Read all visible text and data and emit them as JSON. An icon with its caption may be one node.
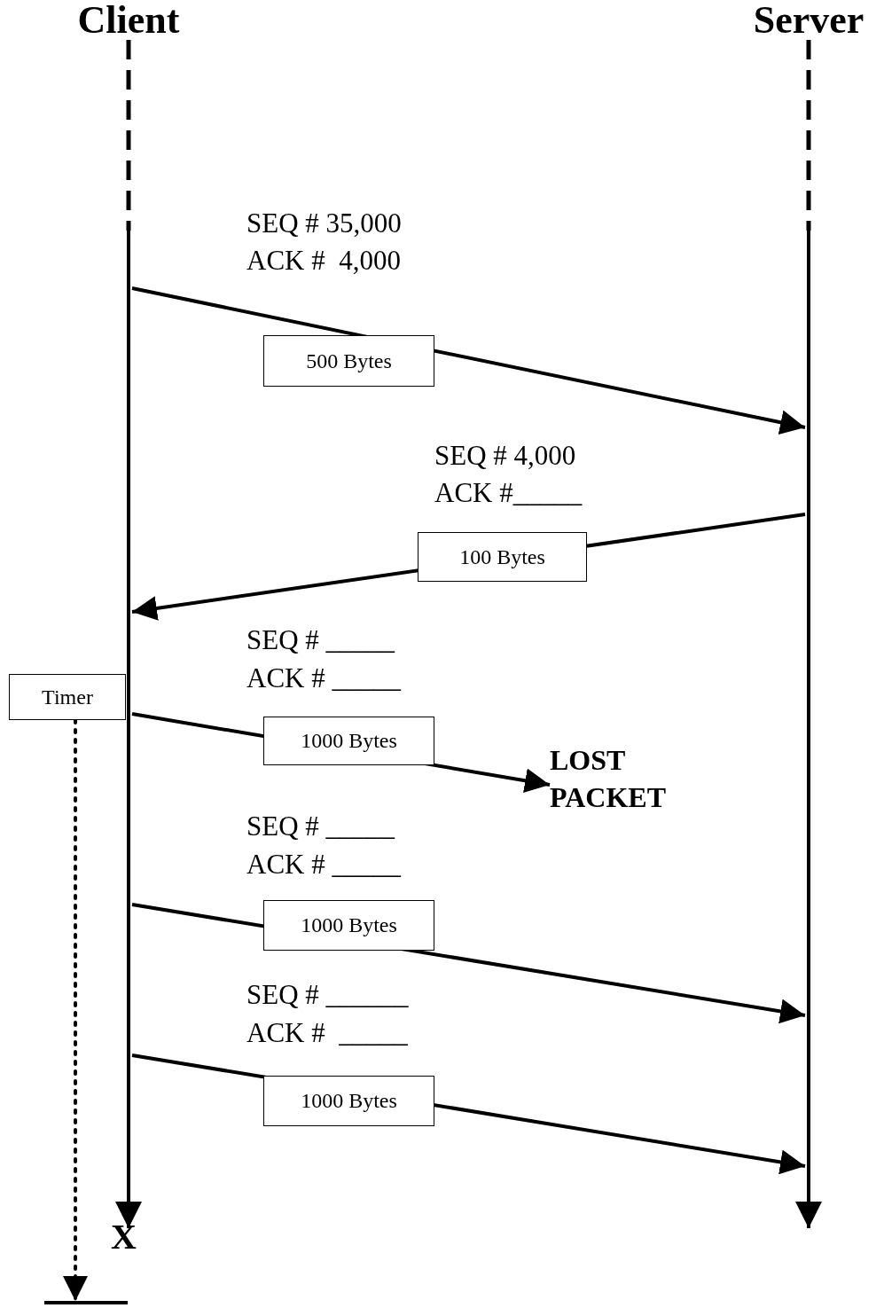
{
  "diagram": {
    "nodes": [
      {
        "text": [
          "Client"
        ]
      },
      {
        "text": [
          "Server"
        ]
      },
      {
        "text": [
          "Timer"
        ]
      },
      {
        "text": [
          "LOST PACKET"
        ]
      },
      {
        "text": [],
        "shape": "bar"
      }
    ],
    "edges": [
      {
        "from": 0,
        "to": 1,
        "arrow": "to",
        "label": "500 Bytes"
      },
      {
        "from": 1,
        "to": 0,
        "arrow": "to",
        "label": "100 Bytes"
      },
      {
        "from": 0,
        "to": 3,
        "arrow": "to",
        "label": "1000 Bytes"
      },
      {
        "from": 0,
        "to": 1,
        "arrow": "to",
        "label": "1000 Bytes"
      },
      {
        "from": 0,
        "to": 1,
        "arrow": "to",
        "label": "1000 Bytes"
      },
      {
        "from": 2,
        "to": 4,
        "arrow": "to",
        "style": "dashed"
      }
    ],
    "labels": [
      "SEQ # 35,000",
      "ACK #  4,000",
      "SEQ # 4,000",
      "ACK #_____",
      "SEQ # _____",
      "ACK # _____",
      "SEQ # _____",
      "ACK # _____",
      "SEQ # ______",
      "ACK #  _____",
      "X"
    ]
  }
}
